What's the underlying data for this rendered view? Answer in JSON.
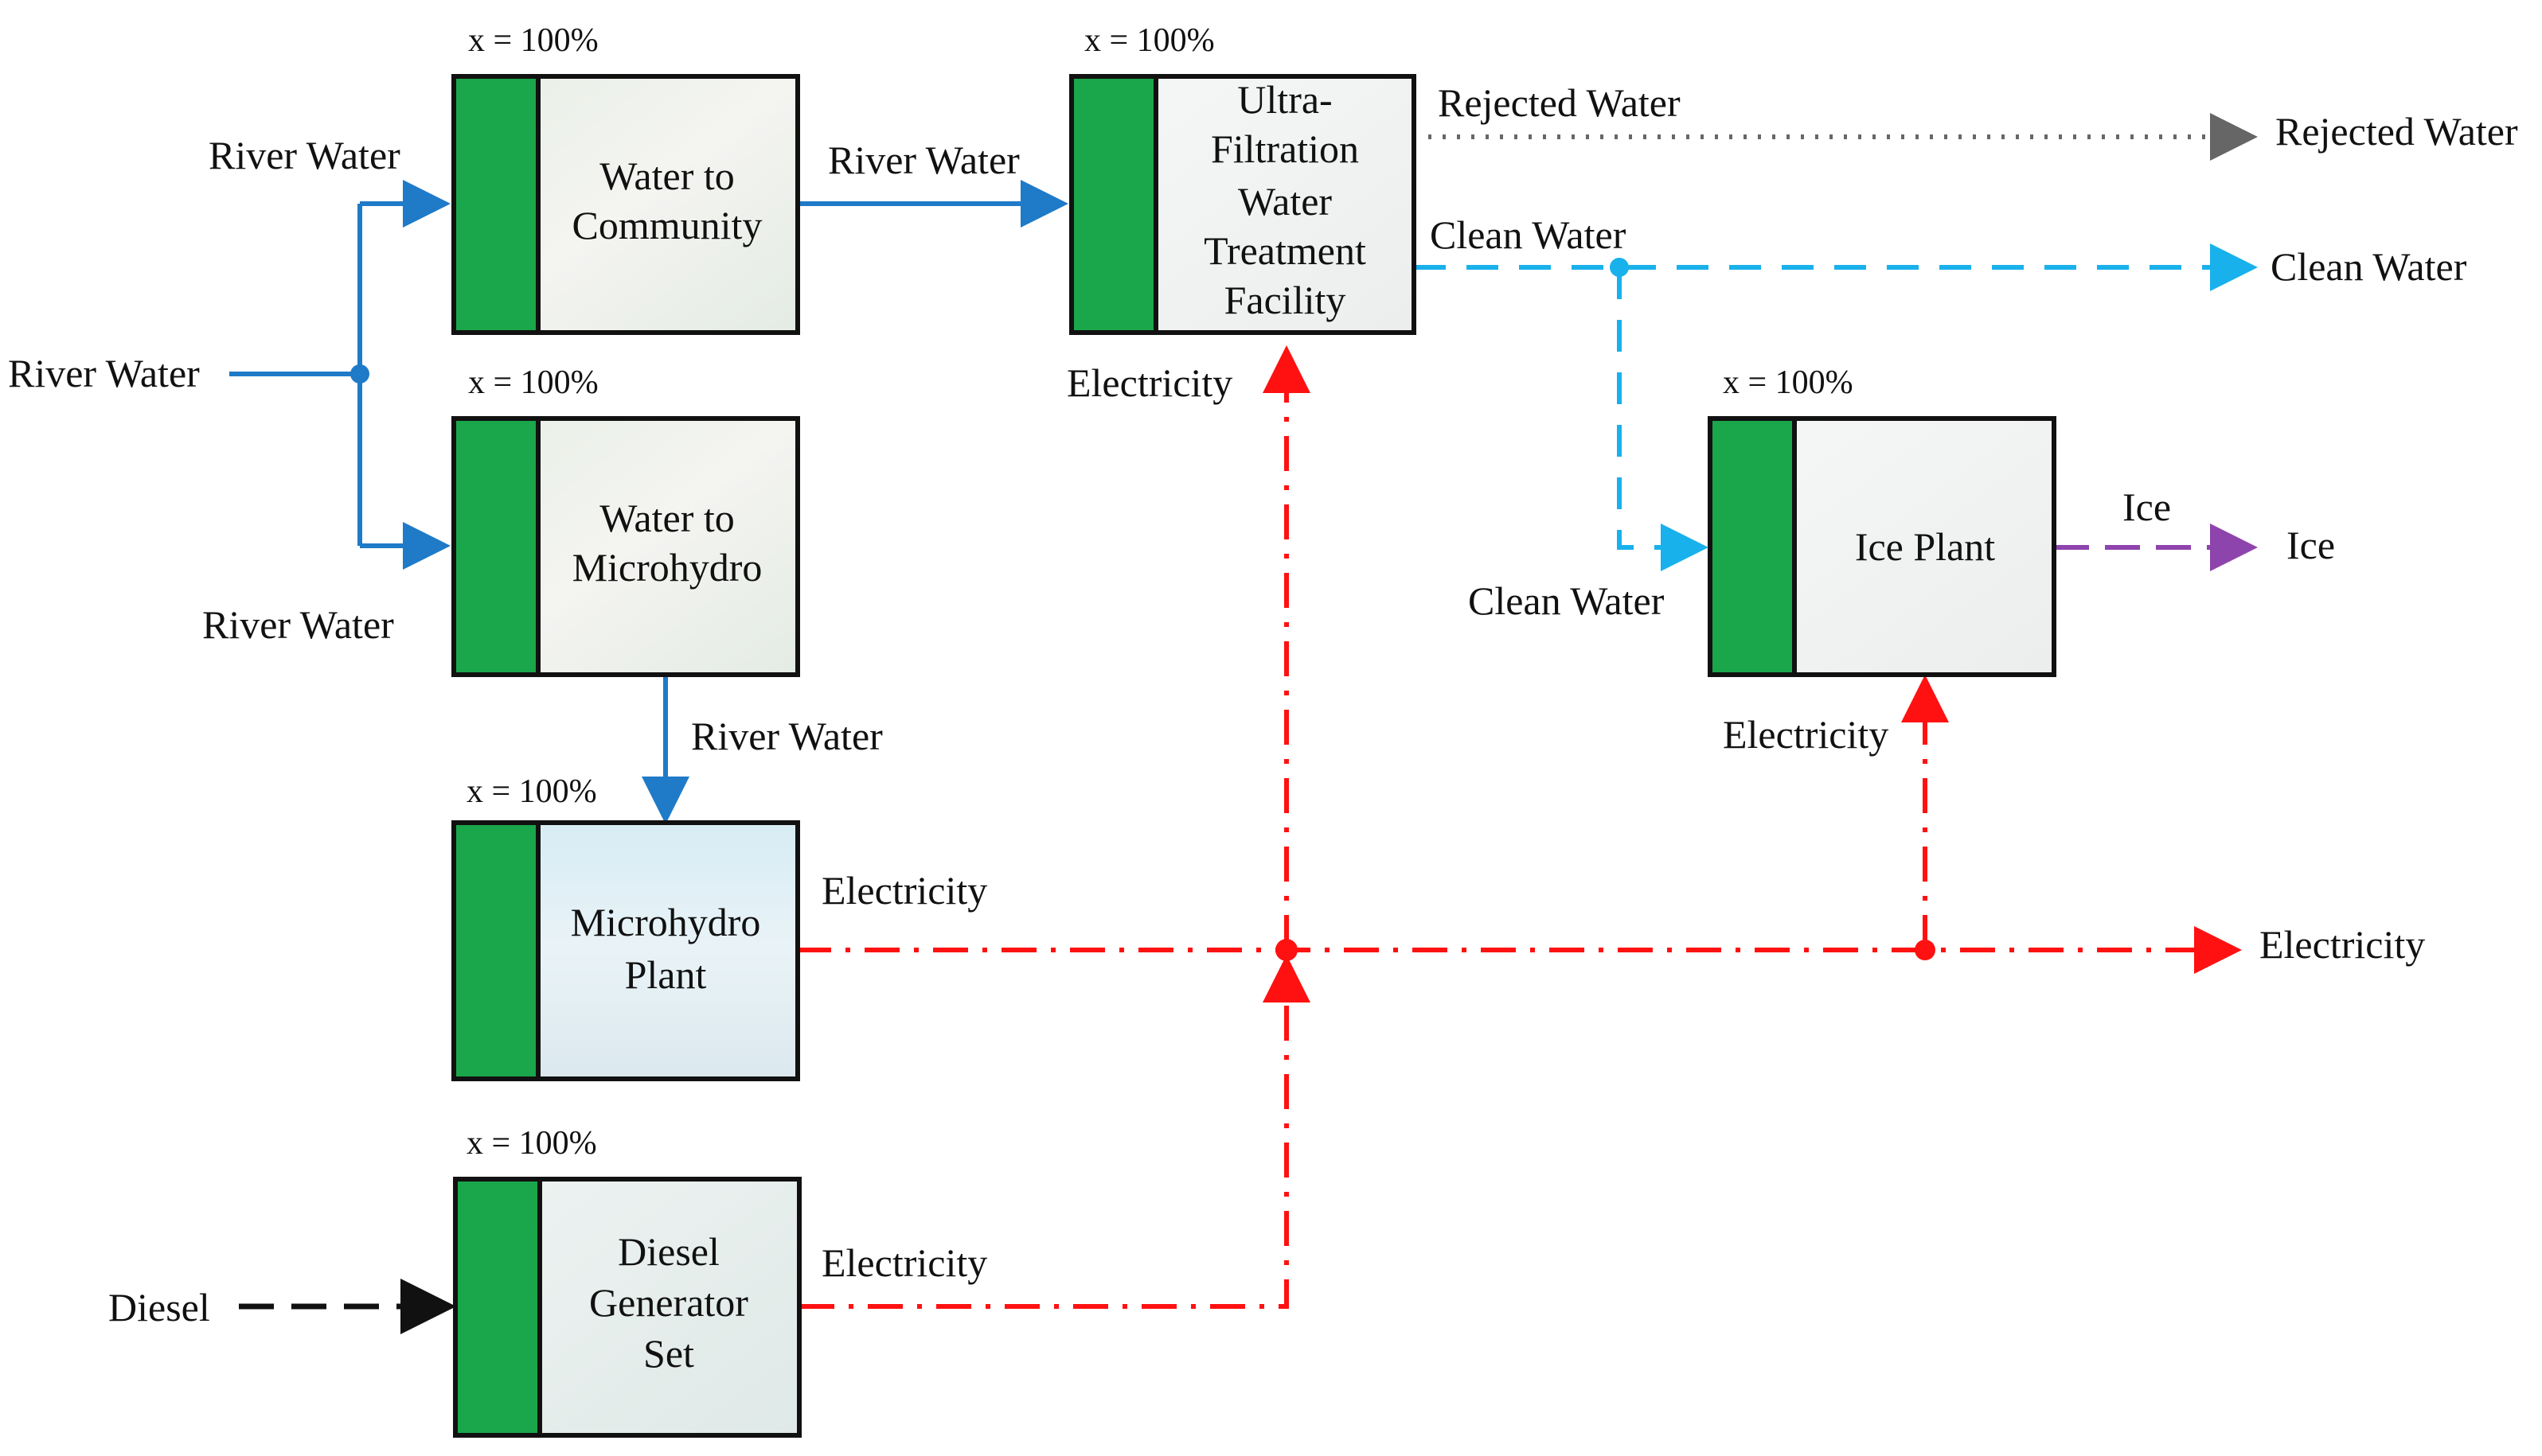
{
  "colors": {
    "river_water": "#1f7ac8",
    "clean_water": "#19b1ec",
    "electricity": "#ff1111",
    "rejected_water": "#666666",
    "ice": "#8e44ad",
    "diesel": "#111111",
    "capacity_bar": "#1aa64a"
  },
  "units": {
    "community": {
      "x_label": "x = 100%",
      "title": [
        "Water to",
        "Community"
      ]
    },
    "microhydro_split": {
      "x_label": "x = 100%",
      "title": [
        "Water to",
        "Microhydro"
      ]
    },
    "microhydro_plant": {
      "x_label": "x = 100%",
      "title": [
        "Microhydro",
        "Plant"
      ]
    },
    "diesel_gen": {
      "x_label": "x = 100%",
      "title": [
        "Diesel",
        "Generator",
        "Set"
      ]
    },
    "uf_facility": {
      "x_label": "x = 100%",
      "title": [
        "Ultra-",
        "Filtration",
        "Water",
        "Treatment",
        "Facility"
      ]
    },
    "ice_plant": {
      "x_label": "x = 100%",
      "title": [
        "Ice Plant"
      ]
    }
  },
  "labels": {
    "river_water_input": "River Water",
    "river_water_to_community": "River Water",
    "river_water_to_microhydro": "River Water",
    "river_water_community_out": "River Water",
    "river_water_microhydro_out": "River Water",
    "rejected_water_out": "Rejected Water",
    "rejected_water_end": "Rejected Water",
    "clean_water_out": "Clean Water",
    "clean_water_end": "Clean Water",
    "clean_water_to_ice": "Clean Water",
    "ice_out": "Ice",
    "ice_end": "Ice",
    "electricity_uf": "Electricity",
    "electricity_ice": "Electricity",
    "electricity_microhydro": "Electricity",
    "electricity_diesel": "Electricity",
    "electricity_end": "Electricity",
    "diesel_input": "Diesel"
  }
}
